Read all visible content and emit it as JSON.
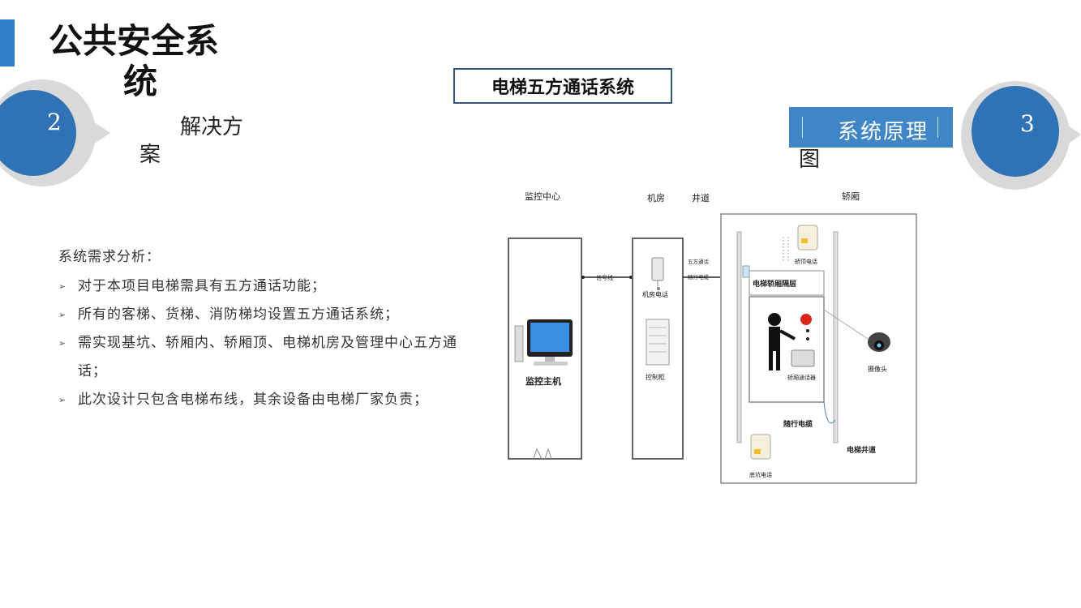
{
  "header": {
    "title_line1": "公共安全系",
    "title_line2": "统"
  },
  "left_badge": {
    "number": "2",
    "label_line1": "解决方",
    "label_line2": "案"
  },
  "center_title": "电梯五方通话系统",
  "right_badge": {
    "number": "3",
    "banner_text": "系统原理",
    "banner_text_line2": "图"
  },
  "requirements": {
    "title": "系统需求分析：",
    "items": [
      {
        "marker": "➢",
        "text": "对于本项目电梯需具有五方通话功能；"
      },
      {
        "marker": "➢",
        "text": "所有的客梯、货梯、消防梯均设置五方通话系统；"
      },
      {
        "marker": "➢",
        "text": "需实现基坑、轿厢内、轿厢顶、电梯机房及管理中心五方通话；"
      },
      {
        "marker": "➢",
        "text": "此次设计只包含电梯布线，其余设备由电梯厂家负责；"
      }
    ]
  },
  "diagram": {
    "headers": {
      "monitor_center": "监控中心",
      "machine_room": "机房",
      "shaft": "井道",
      "car": "轿厢"
    },
    "labels": {
      "monitor_host": "监控主机",
      "signal_line": "信号线",
      "machine_phone": "机房电话",
      "control_cabinet": "控制柜",
      "five_way_call": "五方通话",
      "travel_cable_small": "随行电缆",
      "car_top_phone": "轿顶电话",
      "car_partition": "电梯轿厢隔层",
      "car_intercom": "轿厢通话器",
      "camera": "摄像头",
      "travel_cable": "随行电缆",
      "elevator_shaft": "电梯井道",
      "pit_phone": "底坑电话"
    }
  },
  "colors": {
    "accent": "#2f80c9",
    "circle": "#2f73b6",
    "banner": "#3e86c6",
    "ring": "#d9d9d9",
    "call_red": "#d9261c"
  }
}
